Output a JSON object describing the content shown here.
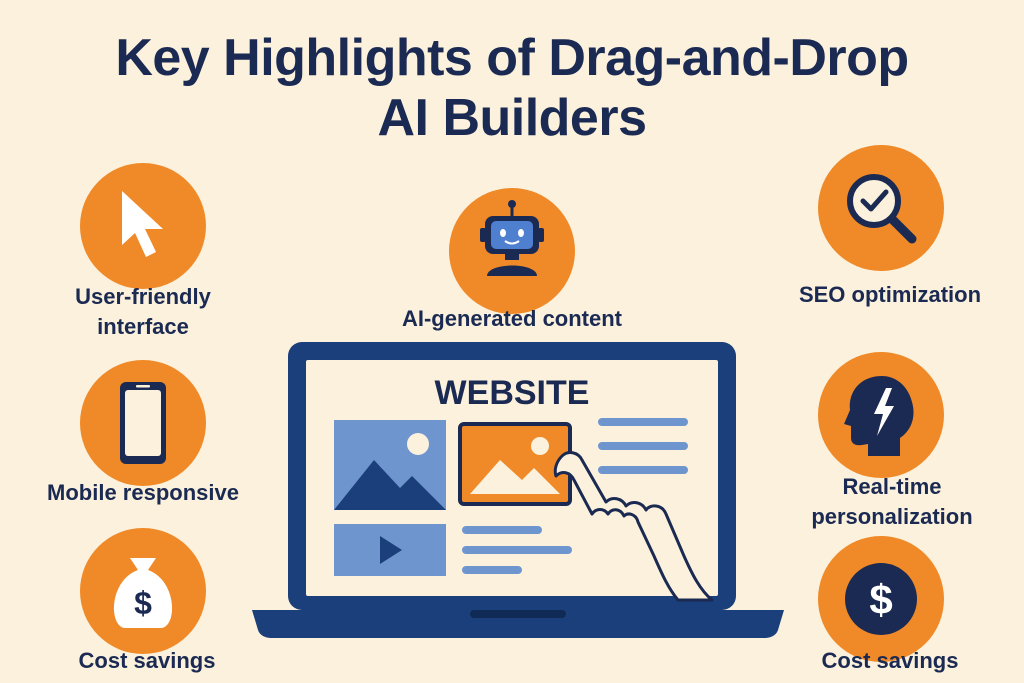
{
  "title_line1": "Key Highlights of Drag-and-Drop",
  "title_line2": "AI Builders",
  "features": {
    "user_friendly": {
      "line1": "User-friendly",
      "line2": "interface",
      "icon": "cursor-icon"
    },
    "ai_content": {
      "label": "AI-generated content",
      "icon": "robot-icon"
    },
    "seo": {
      "label": "SEO optimization",
      "icon": "magnifier-check-icon"
    },
    "mobile": {
      "label": "Mobile responsive",
      "icon": "smartphone-icon"
    },
    "personalization": {
      "line1": "Real-time",
      "line2": "personalization",
      "icon": "head-lightning-icon"
    },
    "cost_left": {
      "label": "Cost savings",
      "icon": "money-bag-icon"
    },
    "cost_right": {
      "label": "Cost savings",
      "icon": "dollar-coin-icon"
    }
  },
  "laptop": {
    "screen_title": "WEBSITE"
  },
  "colors": {
    "accent": "#f08a28",
    "navy": "#1b2a52",
    "background": "#fbf1dc",
    "blue": "#6f95cf"
  }
}
